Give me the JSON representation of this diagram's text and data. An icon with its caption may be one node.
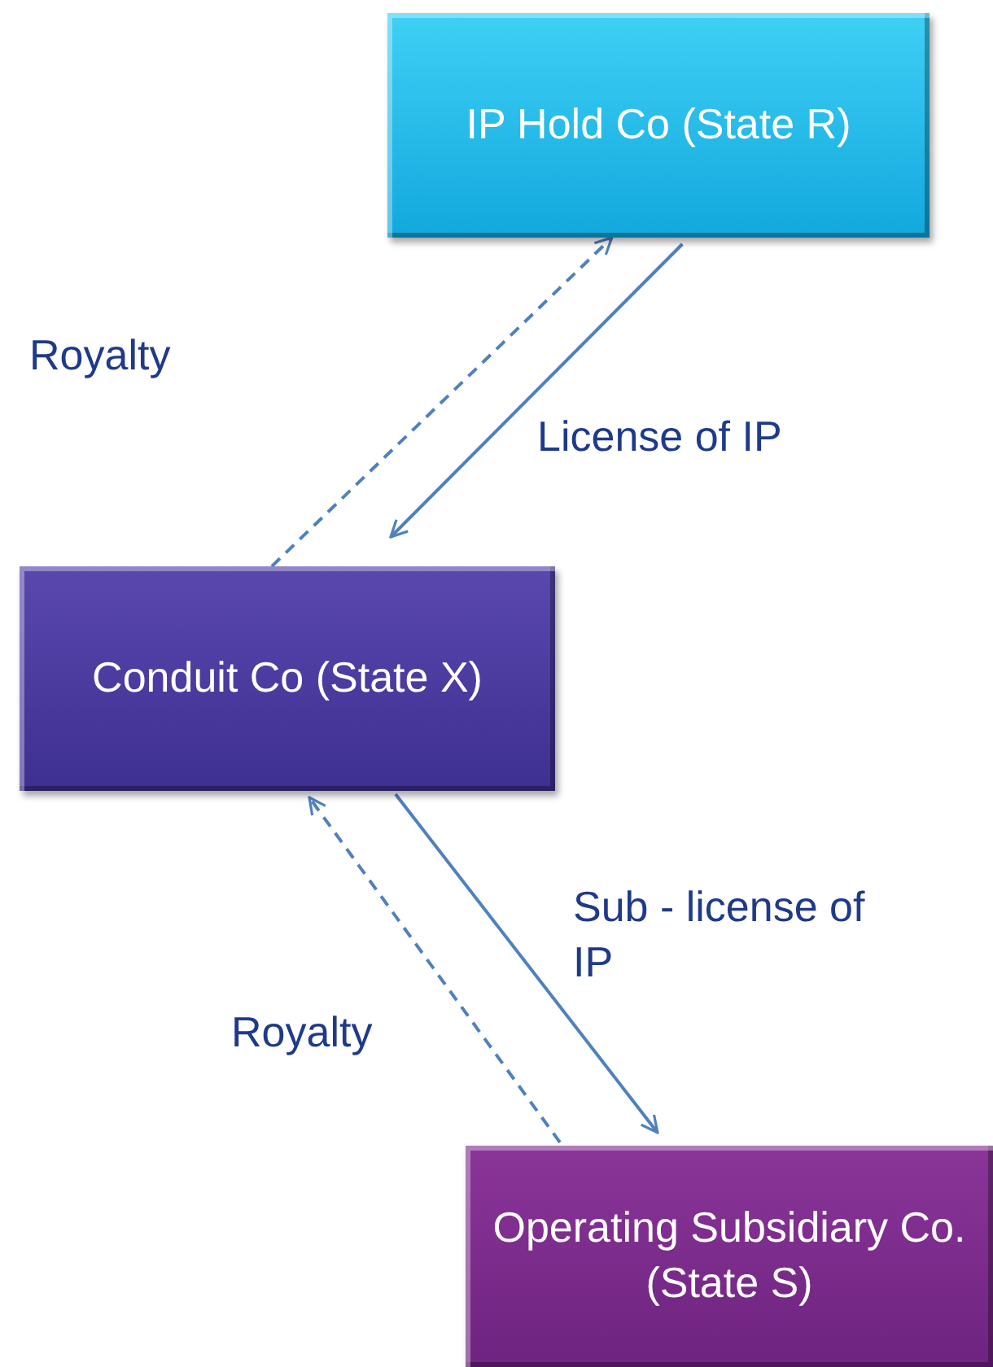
{
  "diagram": {
    "nodes": [
      {
        "text": [
          "IP Hold Co (State R)"
        ]
      },
      {
        "text": [
          "Conduit Co (State X)"
        ]
      },
      {
        "text": [
          "Operating Subsidiary Co. (State S)"
        ]
      }
    ],
    "edges": [
      {
        "from": 1,
        "to": 0,
        "arrow": "to",
        "style": "dashed",
        "label": "Royalty"
      },
      {
        "from": 0,
        "to": 1,
        "arrow": "to",
        "label": "License of IP"
      },
      {
        "from": 1,
        "to": 2,
        "arrow": "to",
        "label": "Sub - license of IP"
      },
      {
        "from": 2,
        "to": 1,
        "arrow": "to",
        "style": "dashed",
        "label": "Royalty"
      }
    ]
  }
}
